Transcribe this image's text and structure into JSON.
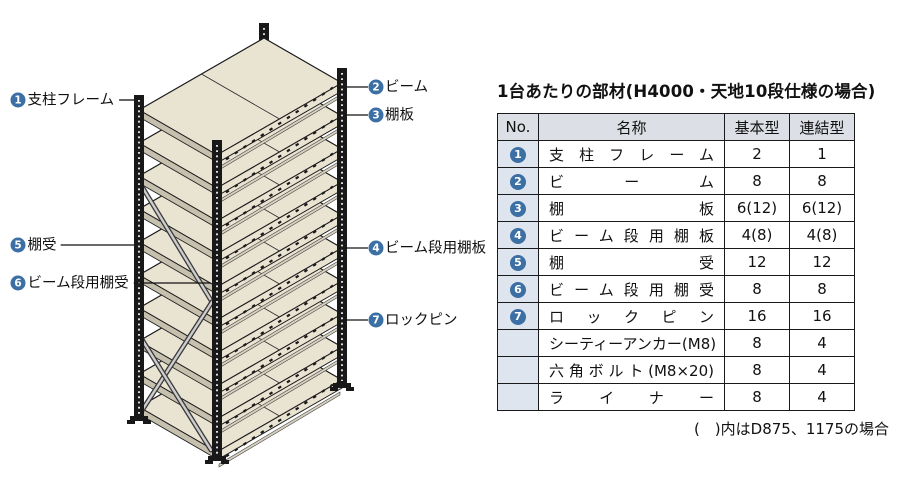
{
  "colors": {
    "accent": "#3c6fa3",
    "shelf": "#e9e3d2",
    "shelf_edge": "#c6c0ae",
    "support": "#d6d0bf",
    "post": "#181818",
    "brace": "#cdcdcd",
    "header_bg": "#dcdfe6",
    "no_col_bg": "#dfe5ef"
  },
  "diagram": {
    "labels": [
      {
        "num": "1",
        "text": "支柱フレーム"
      },
      {
        "num": "2",
        "text": "ビーム"
      },
      {
        "num": "3",
        "text": "棚板"
      },
      {
        "num": "4",
        "text": "ビーム段用棚板"
      },
      {
        "num": "5",
        "text": "棚受"
      },
      {
        "num": "6",
        "text": "ビーム段用棚受"
      },
      {
        "num": "7",
        "text": "ロックピン"
      }
    ]
  },
  "table": {
    "title": "1台あたりの部材(H4000・天地10段仕様の場合)",
    "headers": [
      "No.",
      "名称",
      "基本型",
      "連結型"
    ],
    "rows": [
      {
        "no": "1",
        "name": "支柱フレーム",
        "basic": "2",
        "linked": "1"
      },
      {
        "no": "2",
        "name": "ビーム",
        "basic": "8",
        "linked": "8"
      },
      {
        "no": "3",
        "name": "棚板",
        "basic": "6(12)",
        "linked": "6(12)"
      },
      {
        "no": "4",
        "name": "ビーム段用棚板",
        "basic": "4(8)",
        "linked": "4(8)"
      },
      {
        "no": "5",
        "name": "棚受",
        "basic": "12",
        "linked": "12"
      },
      {
        "no": "6",
        "name": "ビーム段用棚受",
        "basic": "8",
        "linked": "8"
      },
      {
        "no": "7",
        "name": "ロックピン",
        "basic": "16",
        "linked": "16"
      },
      {
        "no": "",
        "name": "シーティーアンカー(M8)",
        "basic": "8",
        "linked": "4"
      },
      {
        "no": "",
        "name": "六角ボルト(M8×20)",
        "basic": "8",
        "linked": "4"
      },
      {
        "no": "",
        "name": "ライナー",
        "basic": "8",
        "linked": "4"
      }
    ],
    "footnote": "(　)内はD875、1175の場合"
  }
}
